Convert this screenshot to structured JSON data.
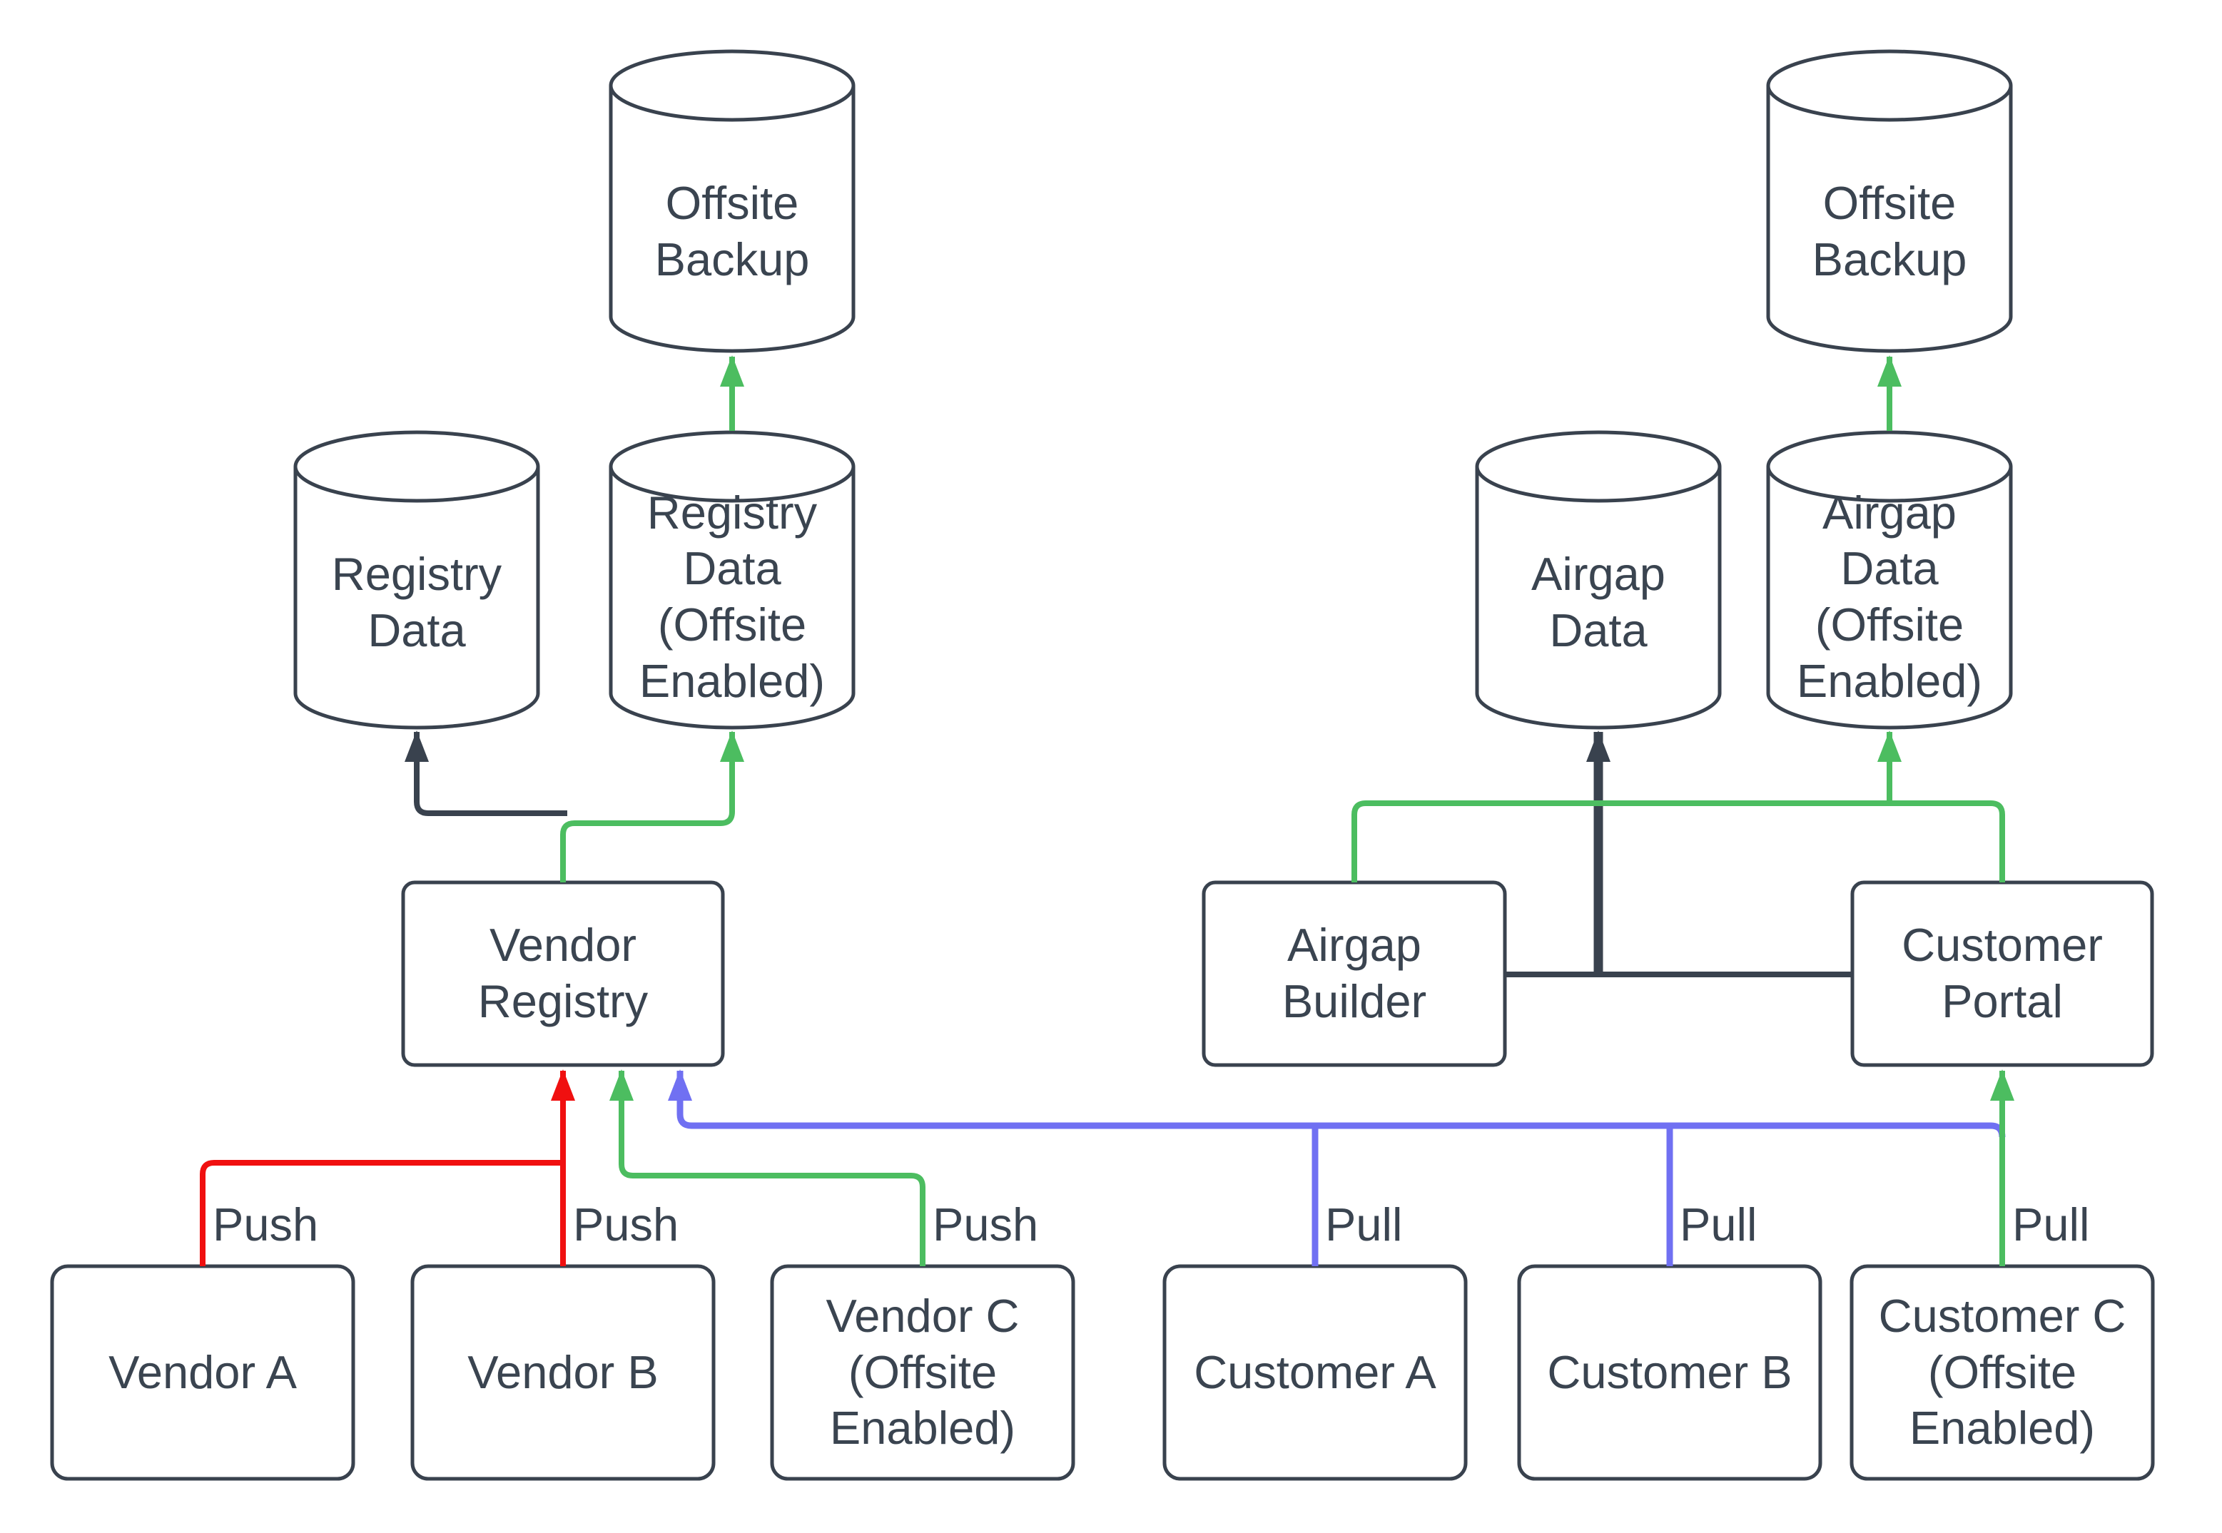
{
  "colors": {
    "dark": "#39424e",
    "green": "#4cbd60",
    "red": "#f01010",
    "blue": "#7070f2",
    "text": "#3a4450"
  },
  "nodes": {
    "offsiteBackupLeft": "Offsite\nBackup",
    "registryData": "Registry\nData",
    "registryDataOffsite": "Registry\nData\n(Offsite\nEnabled)",
    "vendorRegistry": "Vendor\nRegistry",
    "vendorA": "Vendor A",
    "vendorB": "Vendor B",
    "vendorC": "Vendor C\n(Offsite\nEnabled)",
    "offsiteBackupRight": "Offsite\nBackup",
    "airgapData": "Airgap\nData",
    "airgapDataOffsite": "Airgap\nData\n(Offsite\nEnabled)",
    "airgapBuilder": "Airgap\nBuilder",
    "customerPortal": "Customer\nPortal",
    "customerA": "Customer A",
    "customerB": "Customer B",
    "customerC": "Customer C\n(Offsite\nEnabled)"
  },
  "edges": [
    {
      "from": "Vendor A",
      "to": "Vendor Registry",
      "label": "Push",
      "color": "red"
    },
    {
      "from": "Vendor B",
      "to": "Vendor Registry",
      "label": "Push",
      "color": "red"
    },
    {
      "from": "Vendor C (Offsite Enabled)",
      "to": "Vendor Registry",
      "label": "Push",
      "color": "green"
    },
    {
      "from": "Customer A",
      "to": "Vendor Registry",
      "label": "Pull",
      "color": "blue"
    },
    {
      "from": "Customer B",
      "to": "Vendor Registry",
      "label": "Pull",
      "color": "blue"
    },
    {
      "from": "Customer C (Offsite Enabled)",
      "to": "Customer Portal",
      "label": "Pull",
      "color": "green"
    },
    {
      "from": "Vendor Registry",
      "to": "Registry Data",
      "label": "",
      "color": "dark"
    },
    {
      "from": "Vendor Registry",
      "to": "Registry Data (Offsite Enabled)",
      "label": "",
      "color": "green"
    },
    {
      "from": "Registry Data (Offsite Enabled)",
      "to": "Offsite Backup",
      "label": "",
      "color": "green"
    },
    {
      "from": "Airgap Builder",
      "to": "Airgap Data",
      "label": "",
      "color": "dark"
    },
    {
      "from": "Customer Portal",
      "to": "Airgap Data",
      "label": "",
      "color": "dark"
    },
    {
      "from": "Airgap Builder",
      "to": "Airgap Data (Offsite Enabled)",
      "label": "",
      "color": "green"
    },
    {
      "from": "Customer Portal",
      "to": "Airgap Data (Offsite Enabled)",
      "label": "",
      "color": "green"
    },
    {
      "from": "Airgap Data (Offsite Enabled)",
      "to": "Offsite Backup",
      "label": "",
      "color": "green"
    }
  ]
}
